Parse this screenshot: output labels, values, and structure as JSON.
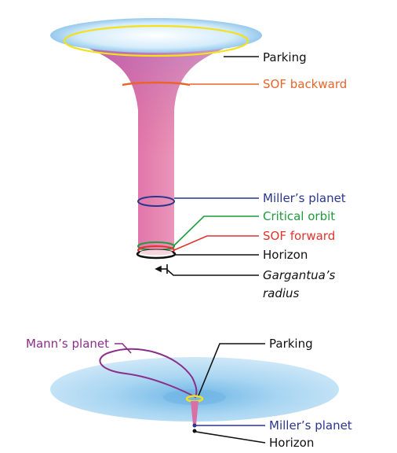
{
  "top_diagram": {
    "labels": {
      "parking": "Parking",
      "sof_backward": "SOF backward",
      "millers_planet": "Miller’s planet",
      "critical_orbit": "Critical orbit",
      "sof_forward": "SOF forward",
      "horizon": "Horizon",
      "radius_line1": "Gargantua’s",
      "radius_line2": "radius"
    }
  },
  "bottom_diagram": {
    "labels": {
      "manns_planet": "Mann’s planet",
      "parking": "Parking",
      "millers_planet": "Miller’s planet",
      "horizon": "Horizon"
    }
  },
  "colors": {
    "parking": "#f2e11c",
    "sof_backward": "#e8642a",
    "millers_planet": "#2a3590",
    "critical_orbit": "#1f9a3c",
    "sof_forward": "#e0342e",
    "horizon": "#111111",
    "manns_planet": "#8a2e8a",
    "funnel_pink": "#e06aa0",
    "disk_blue": "#a8d4ef"
  }
}
